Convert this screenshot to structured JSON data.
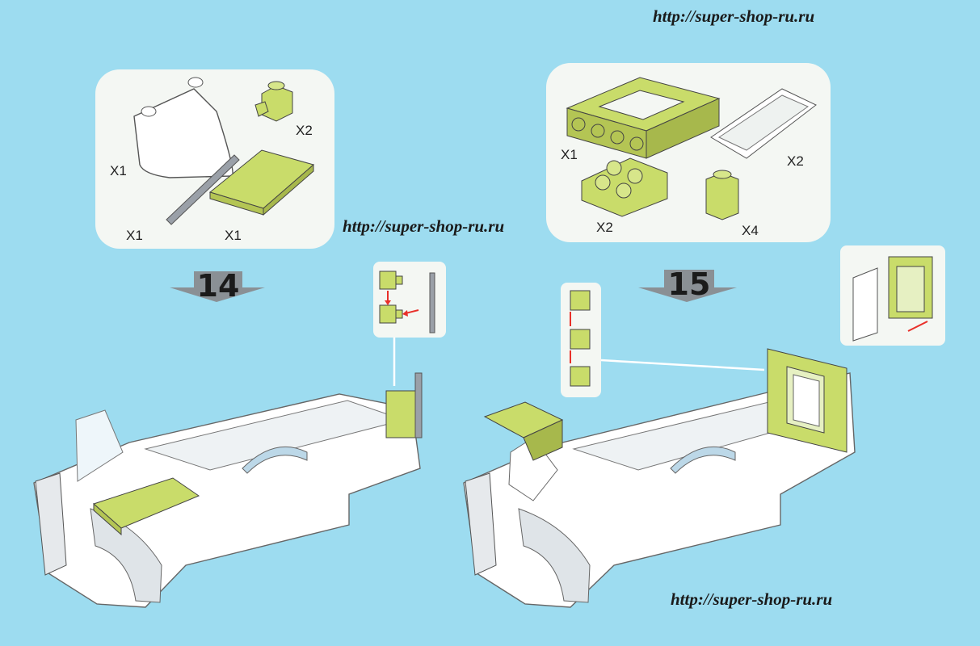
{
  "watermarks": {
    "top": "http://super-shop-ru.ru",
    "middle": "http://super-shop-ru.ru",
    "bottom": "http://super-shop-ru.ru"
  },
  "step14": {
    "number": "14",
    "parts": {
      "windshield_qty": "X1",
      "clip_brick_qty": "X2",
      "bar_qty": "X1",
      "tile_qty": "X1"
    }
  },
  "step15": {
    "number": "15",
    "parts": {
      "window_frame_qty": "X1",
      "door_glass_qty": "X2",
      "slope_qty": "X2",
      "brick_qty": "X4"
    }
  },
  "colors": {
    "background": "#9ddcf0",
    "lime": "#c9dc6a",
    "panel": "#f4f7f3",
    "arrow": "#e8302a"
  }
}
